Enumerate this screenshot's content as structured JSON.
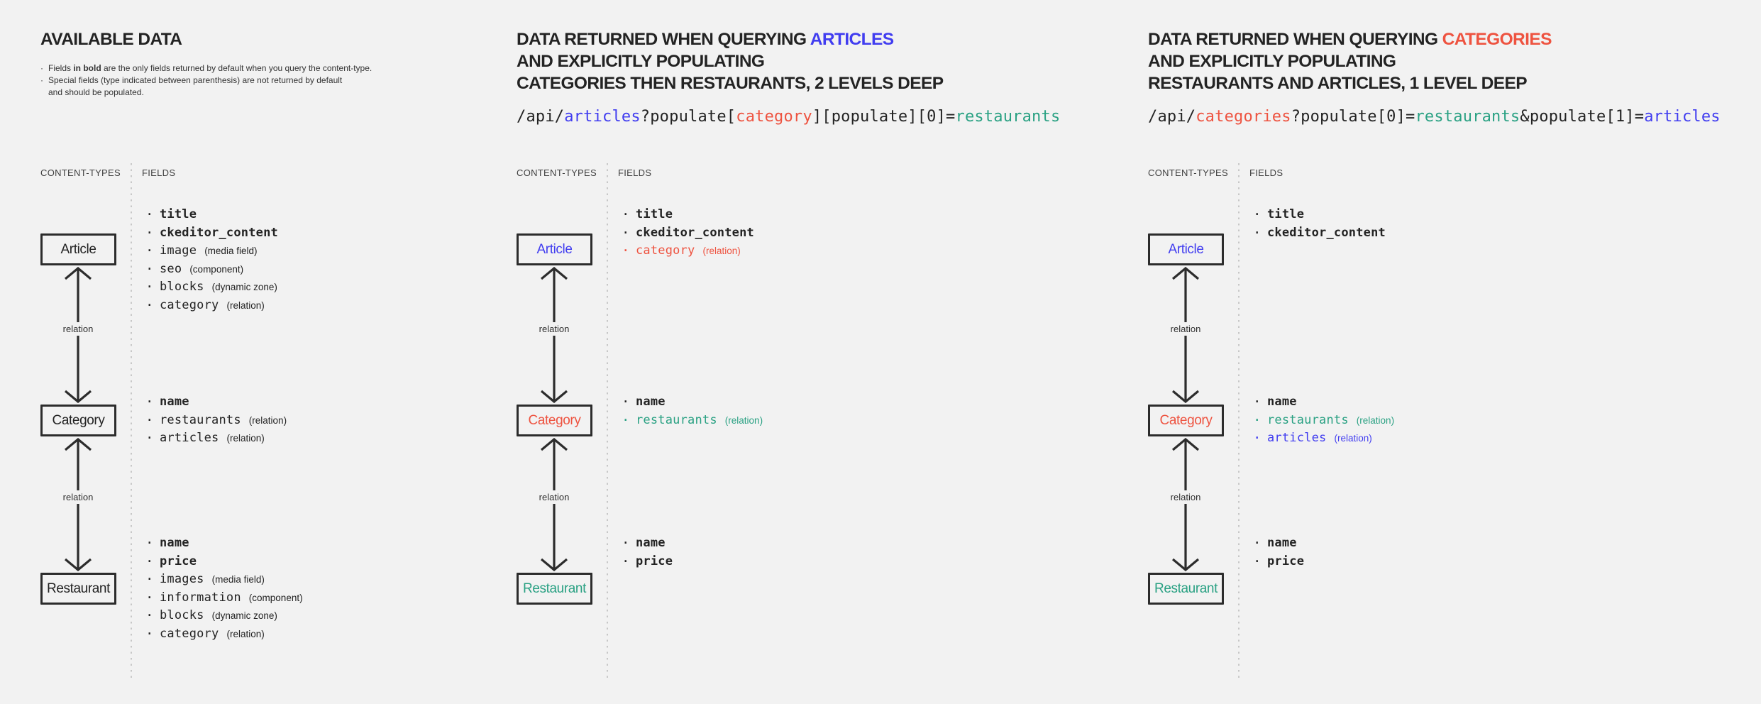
{
  "colors": {
    "background": "#f2f2f2",
    "dark": "#232323",
    "muted": "#3f3f3f",
    "blue": "#413df0",
    "red": "#ee5340",
    "green": "#2aa183",
    "line": "#2c2c2c"
  },
  "relation_label": "relation",
  "column_headers": {
    "content_types": "CONTENT-TYPES",
    "fields": "FIELDS"
  },
  "panels": [
    {
      "name": "available-data",
      "title_lines": [
        [
          {
            "text": "AVAILABLE DATA"
          }
        ]
      ],
      "notes": [
        {
          "bullet": true,
          "parts": [
            {
              "text": "Fields "
            },
            {
              "text": "in bold",
              "bold": true
            },
            {
              "text": " are the only fields returned by default when you query the content-type."
            }
          ]
        },
        {
          "bullet": true,
          "parts": [
            {
              "text": "Special fields (type indicated between parenthesis) are not returned by default"
            }
          ]
        },
        {
          "bullet": false,
          "parts": [
            {
              "text": "and should be populated."
            }
          ]
        }
      ],
      "api": null,
      "content_types": [
        {
          "label": "Article",
          "color": "dark",
          "fields": [
            {
              "name": "title",
              "bold": true
            },
            {
              "name": "ckeditor_content",
              "bold": true
            },
            {
              "name": "image",
              "annotation": "(media field)"
            },
            {
              "name": "seo",
              "annotation": "(component)"
            },
            {
              "name": "blocks",
              "annotation": "(dynamic zone)"
            },
            {
              "name": "category",
              "annotation": "(relation)"
            }
          ]
        },
        {
          "label": "Category",
          "color": "dark",
          "fields": [
            {
              "name": "name",
              "bold": true
            },
            {
              "name": "restaurants",
              "annotation": "(relation)"
            },
            {
              "name": "articles",
              "annotation": "(relation)"
            }
          ]
        },
        {
          "label": "Restaurant",
          "color": "dark",
          "fields": [
            {
              "name": "name",
              "bold": true
            },
            {
              "name": "price",
              "bold": true
            },
            {
              "name": "images",
              "annotation": "(media field)"
            },
            {
              "name": "information",
              "annotation": "(component)"
            },
            {
              "name": "blocks",
              "annotation": "(dynamic zone)"
            },
            {
              "name": "category",
              "annotation": "(relation)"
            }
          ]
        }
      ]
    },
    {
      "name": "query-articles",
      "title_lines": [
        [
          {
            "text": "DATA RETURNED WHEN QUERYING "
          },
          {
            "text": "ARTICLES",
            "color": "blue"
          }
        ],
        [
          {
            "text": "AND EXPLICITLY POPULATING"
          }
        ],
        [
          {
            "text": "CATEGORIES THEN RESTAURANTS, 2 LEVELS DEEP"
          }
        ]
      ],
      "notes": null,
      "api": [
        {
          "text": "/api/"
        },
        {
          "text": "articles",
          "color": "blue"
        },
        {
          "text": "?populate["
        },
        {
          "text": "category",
          "color": "red"
        },
        {
          "text": "][populate][0]="
        },
        {
          "text": "restaurants",
          "color": "green"
        }
      ],
      "content_types": [
        {
          "label": "Article",
          "color": "blue",
          "fields": [
            {
              "name": "title",
              "bold": true
            },
            {
              "name": "ckeditor_content",
              "bold": true
            },
            {
              "name": "category",
              "annotation": "(relation)",
              "color": "red"
            }
          ]
        },
        {
          "label": "Category",
          "color": "red",
          "fields": [
            {
              "name": "name",
              "bold": true
            },
            {
              "name": "restaurants",
              "annotation": "(relation)",
              "color": "green"
            }
          ]
        },
        {
          "label": "Restaurant",
          "color": "green",
          "fields": [
            {
              "name": "name",
              "bold": true
            },
            {
              "name": "price",
              "bold": true
            }
          ]
        }
      ]
    },
    {
      "name": "query-categories",
      "title_lines": [
        [
          {
            "text": "DATA RETURNED WHEN QUERYING "
          },
          {
            "text": "CATEGORIES",
            "color": "red"
          }
        ],
        [
          {
            "text": "AND EXPLICITLY POPULATING"
          }
        ],
        [
          {
            "text": "RESTAURANTS AND ARTICLES, 1 LEVEL DEEP"
          }
        ]
      ],
      "notes": null,
      "api": [
        {
          "text": "/api/"
        },
        {
          "text": "categories",
          "color": "red"
        },
        {
          "text": "?populate[0]="
        },
        {
          "text": "restaurants",
          "color": "green"
        },
        {
          "text": "&populate[1]="
        },
        {
          "text": "articles",
          "color": "blue"
        }
      ],
      "content_types": [
        {
          "label": "Article",
          "color": "blue",
          "fields": [
            {
              "name": "title",
              "bold": true
            },
            {
              "name": "ckeditor_content",
              "bold": true
            }
          ]
        },
        {
          "label": "Category",
          "color": "red",
          "fields": [
            {
              "name": "name",
              "bold": true
            },
            {
              "name": "restaurants",
              "annotation": "(relation)",
              "color": "green"
            },
            {
              "name": "articles",
              "annotation": "(relation)",
              "color": "blue"
            }
          ]
        },
        {
          "label": "Restaurant",
          "color": "green",
          "fields": [
            {
              "name": "name",
              "bold": true
            },
            {
              "name": "price",
              "bold": true
            }
          ]
        }
      ]
    }
  ]
}
